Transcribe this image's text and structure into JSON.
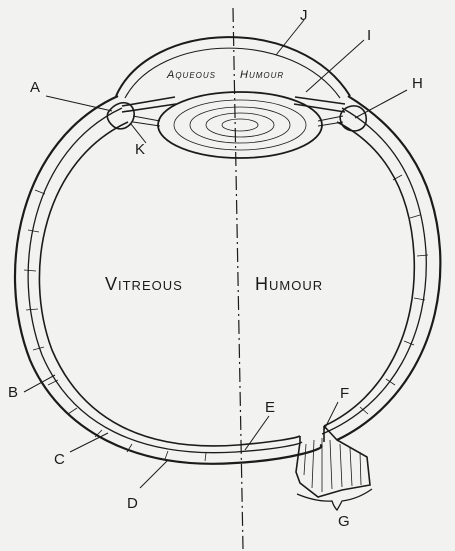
{
  "regions": {
    "aqueous": "Aqueous",
    "aqueous_humour": "Humour",
    "vitreous": "Vitreous",
    "vitreous_humour": "Humour"
  },
  "labels": {
    "A": "A",
    "B": "B",
    "C": "C",
    "D": "D",
    "E": "E",
    "F": "F",
    "G": "G",
    "H": "H",
    "I": "I",
    "J": "J",
    "K": "K"
  },
  "colors": {
    "ink": "#1b1b1b",
    "paper": "#f2f2f0"
  }
}
